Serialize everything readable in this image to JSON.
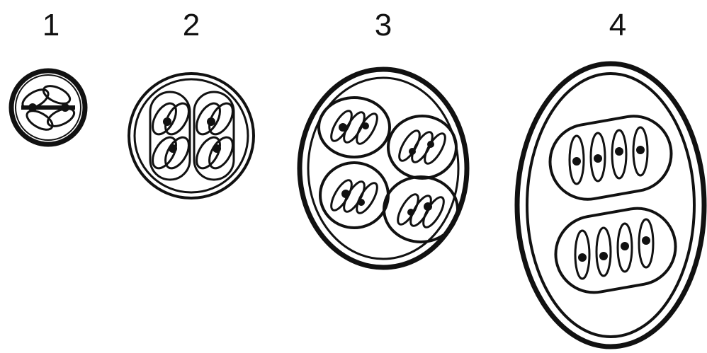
{
  "stages": [
    {
      "number": "1"
    },
    {
      "number": "2"
    },
    {
      "number": "3"
    },
    {
      "number": "4"
    }
  ],
  "colors": {
    "ink": "#111111",
    "background": "#ffffff"
  }
}
